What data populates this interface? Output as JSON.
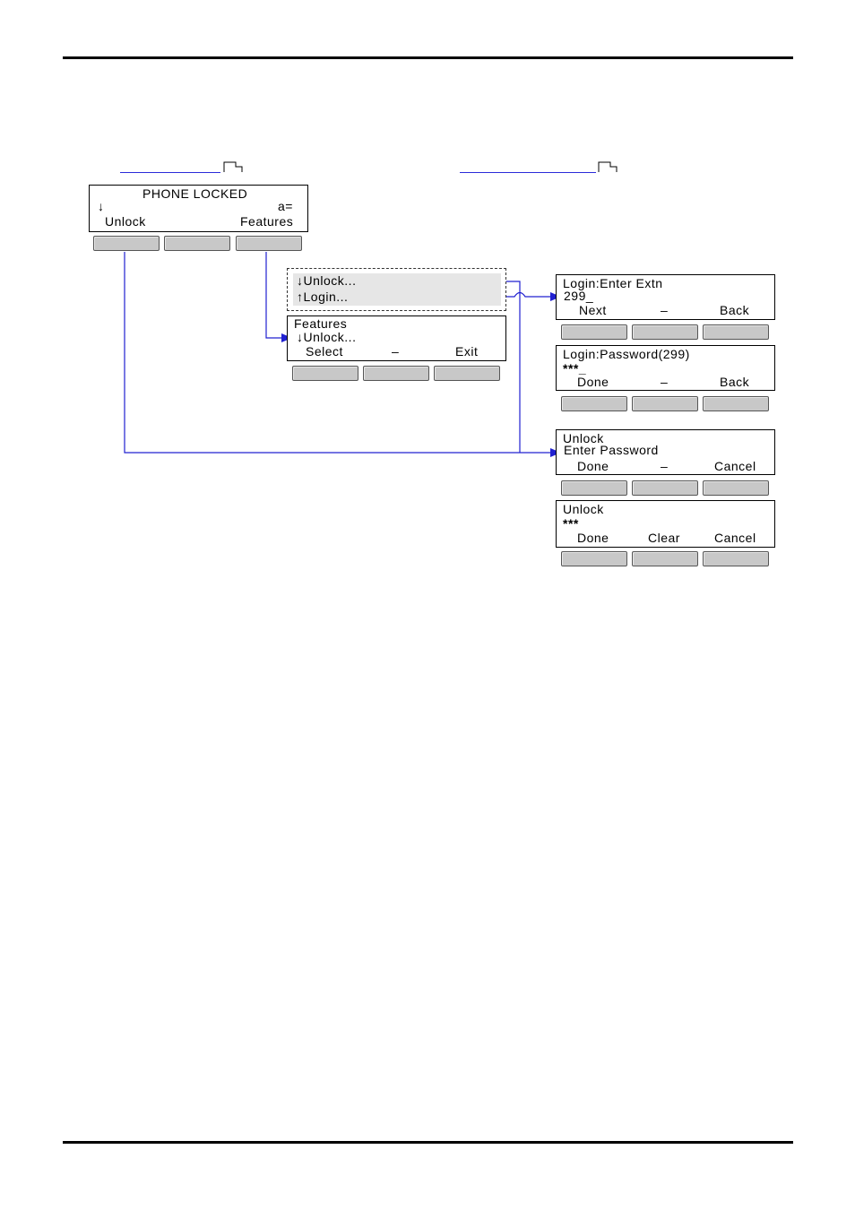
{
  "diagram": {
    "phone_locked": {
      "title": "PHONE LOCKED",
      "arrow": "↓",
      "indicator": "a=",
      "left_key": "Unlock",
      "right_key": "Features"
    },
    "features_menu": {
      "item1": "↓Unlock...",
      "item2": "↑Login..."
    },
    "features_screen": {
      "title": "Features",
      "line2": "↓Unlock...",
      "key_left": "Select",
      "key_mid": "–",
      "key_right": "Exit"
    },
    "login_extn": {
      "title": "Login:Enter Extn",
      "value": "299_",
      "key_left": "Next",
      "key_mid": "–",
      "key_right": "Back"
    },
    "login_password": {
      "title": "Login:Password(299)",
      "value": "***_",
      "key_left": "Done",
      "key_mid": "–",
      "key_right": "Back"
    },
    "unlock_enter": {
      "title": "Unlock",
      "line2": "Enter Password",
      "key_left": "Done",
      "key_mid": "–",
      "key_right": "Cancel"
    },
    "unlock_stars": {
      "title": "Unlock",
      "value": "***",
      "key_left": "Done",
      "key_mid": "Clear",
      "key_right": "Cancel"
    }
  },
  "colors": {
    "connector": "#2020d0",
    "softkey": "#c8c8c8",
    "menu_bg": "#e6e6e6"
  }
}
